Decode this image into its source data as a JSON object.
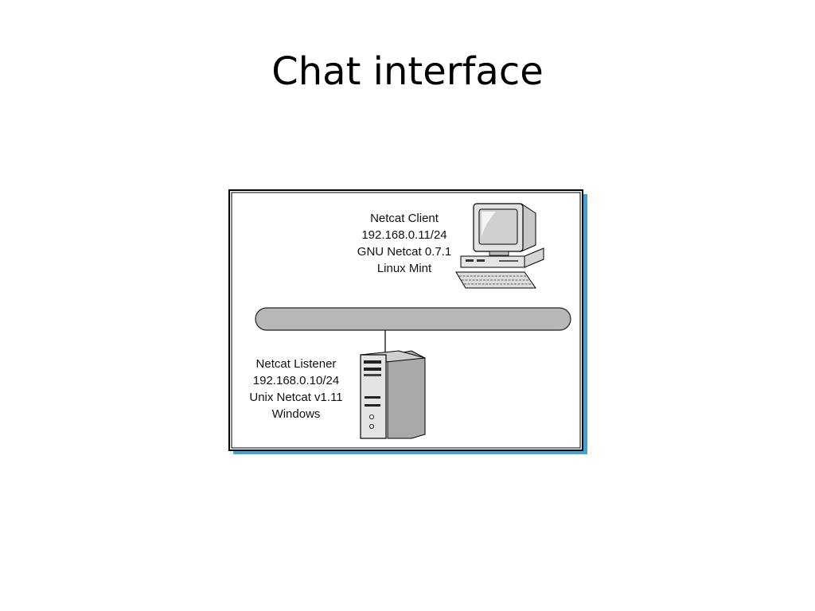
{
  "slide": {
    "title": "Chat interface"
  },
  "diagram": {
    "client": {
      "icon": "desktop-computer-icon",
      "lines": [
        "Netcat Client",
        "192.168.0.11/24",
        "GNU Netcat 0.7.1",
        "Linux Mint"
      ]
    },
    "listener": {
      "icon": "server-tower-icon",
      "lines": [
        "Netcat Listener",
        "192.168.0.10/24",
        "Unix Netcat v1.11",
        "Windows"
      ]
    },
    "colors": {
      "frame_shadow": "#3fa3d8",
      "bus_fill": "#b7b7b7",
      "device_gray": "#d9d9d9"
    }
  }
}
